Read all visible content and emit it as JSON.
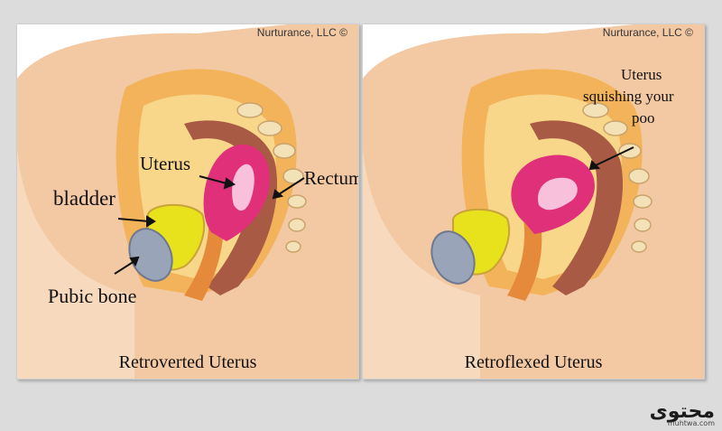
{
  "colors": {
    "skin": "#f3c9a4",
    "skin_dark": "#e8ad85",
    "pelvis": "#f2b35a",
    "pelvis_light": "#f8d68a",
    "uterus": "#e0307a",
    "uterus_inner": "#f8c0da",
    "bladder": "#e8e21c",
    "rectum": "#a85a44",
    "bone": "#9aa4b8",
    "spine": "#f3e2b8"
  },
  "panels": {
    "left": {
      "copyright": "Nurturance, LLC ©",
      "caption": "Retroverted Uterus",
      "labels": {
        "uterus": "Uterus",
        "rectum": "Rectum",
        "bladder": "bladder",
        "pubic_bone": "Pubic bone"
      }
    },
    "right": {
      "copyright": "Nurturance, LLC ©",
      "caption": "Retroflexed Uterus",
      "labels": {
        "uterus_line1": "Uterus",
        "uterus_line2": "squishing your",
        "uterus_line3": "poo"
      }
    }
  },
  "watermark": {
    "arabic": "محتوى",
    "url": "muhtwa.com"
  }
}
